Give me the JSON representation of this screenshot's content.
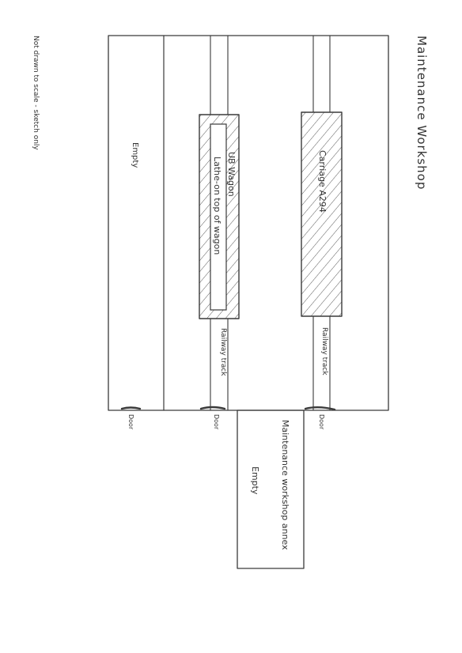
{
  "sketch": {
    "title": "Maintenance Workshop",
    "scale_note": "Not drawn to scale - sketch only",
    "bays": {
      "left_label": "Empty",
      "door_label": "Door",
      "track_label": "Railway track"
    },
    "wagon": {
      "line1": "UB Wagon",
      "line2": "Lathe-on top of wagon"
    },
    "carriage": {
      "label": "Carriage A294"
    },
    "annex": {
      "title": "Maintenance workshop annex",
      "status": "Empty"
    },
    "colors": {
      "ink": "#3a3a3a",
      "paper": "#ffffff"
    }
  }
}
